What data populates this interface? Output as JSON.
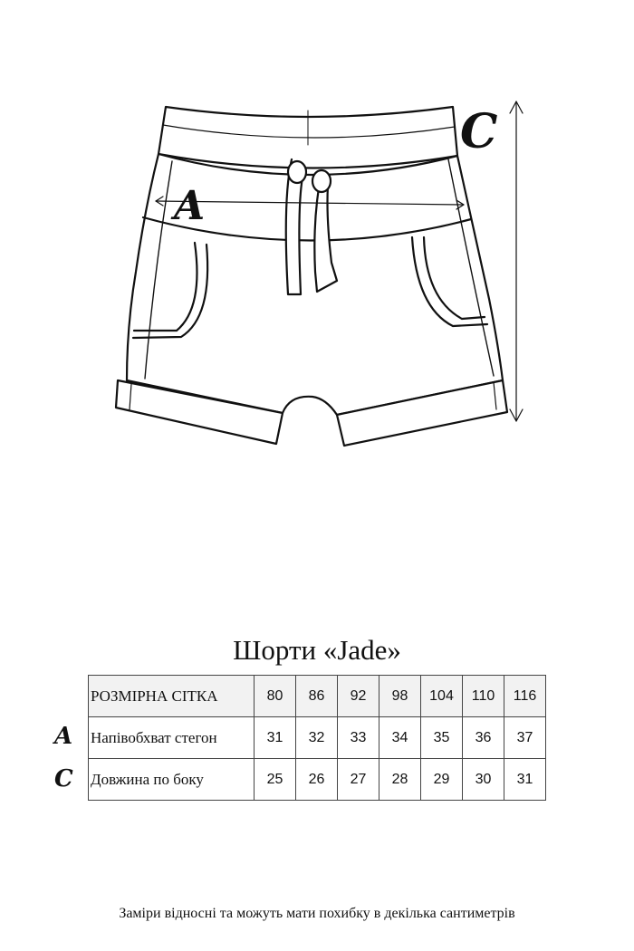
{
  "title": "Шорти «Jade»",
  "markers": {
    "a": "A",
    "c": "C"
  },
  "table": {
    "header": {
      "label": "РОЗМІРНА СІТКА",
      "sizes": [
        "80",
        "86",
        "92",
        "98",
        "104",
        "110",
        "116"
      ]
    },
    "rows": [
      {
        "marker": "A",
        "label": "Напівобхват стегон",
        "values": [
          "31",
          "32",
          "33",
          "34",
          "35",
          "36",
          "37"
        ]
      },
      {
        "marker": "C",
        "label": "Довжина по боку",
        "values": [
          "25",
          "26",
          "27",
          "28",
          "29",
          "30",
          "31"
        ]
      }
    ]
  },
  "note": "Заміри відносні та можуть мати похибку в декілька сантиметрів"
}
